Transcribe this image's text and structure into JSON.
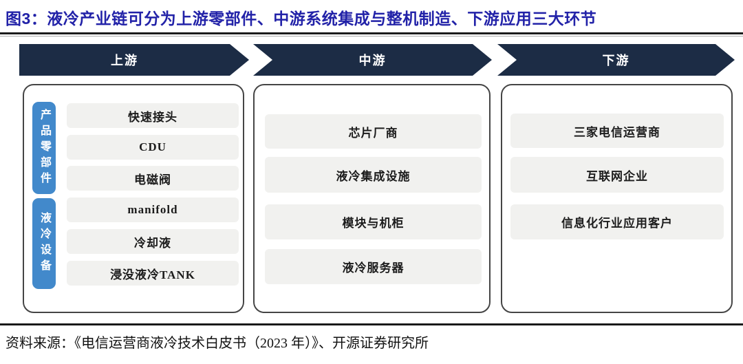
{
  "figure": {
    "title": "图3：液冷产业链可分为上游零部件、中游系统集成与整机制造、下游应用三大环节",
    "source_note": "资料来源：《电信运营商液冷技术白皮书（2023 年）》、开源证券研究所"
  },
  "stages": [
    {
      "label": "上游"
    },
    {
      "label": "中游"
    },
    {
      "label": "下游"
    }
  ],
  "upstream": {
    "tags": [
      {
        "label": "产品零部件"
      },
      {
        "label": "液冷设备"
      }
    ],
    "items": [
      "快速接头",
      "CDU",
      "电磁阀",
      "manifold",
      "冷却液",
      "浸没液冷TANK"
    ]
  },
  "midstream": {
    "items": [
      "芯片厂商",
      "液冷集成设施",
      "模块与机柜",
      "液冷服务器"
    ]
  },
  "downstream": {
    "items": [
      "三家电信运营商",
      "互联网企业",
      "信息化行业应用客户"
    ]
  },
  "colors": {
    "title_blue": "#2222a8",
    "arrow_navy": "#1c2c45",
    "tag_blue": "#4289cb",
    "item_gray": "#f1f1ef",
    "panel_border": "#454545"
  }
}
